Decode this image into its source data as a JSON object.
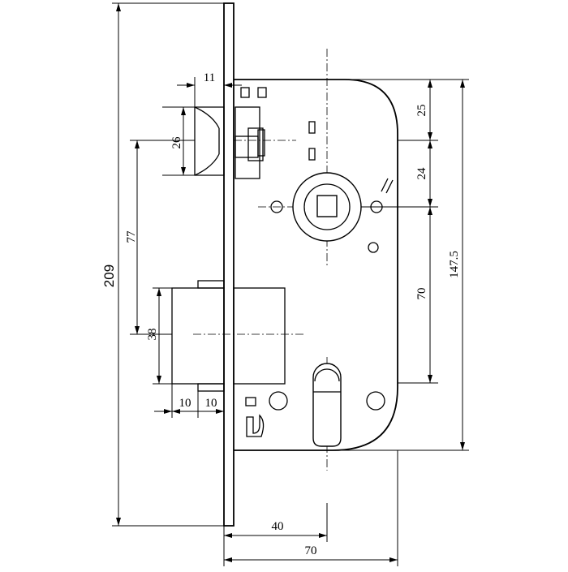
{
  "dimensions": {
    "d209": "209",
    "d77": "77",
    "d38": "38",
    "d10a": "10",
    "d10b": "10",
    "d11": "11",
    "d26": "26",
    "d25": "25",
    "d24": "24",
    "d70v": "70",
    "d147": "147.5",
    "d40": "40",
    "d70h": "70"
  }
}
